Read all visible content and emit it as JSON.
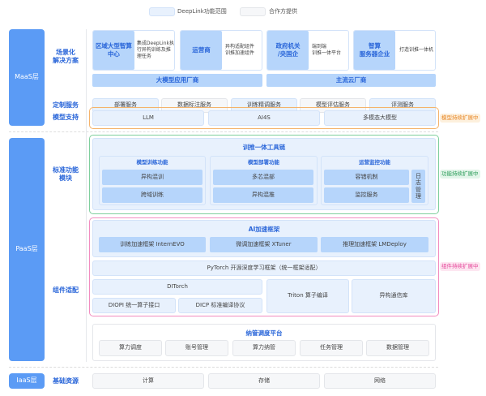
{
  "legend": {
    "deeplink": "DeepLink功能范围",
    "partner": "合作方提供"
  },
  "layers": {
    "maas": "MaaS层",
    "paas": "PaaS层",
    "iaas": "IaaS层"
  },
  "labels": {
    "scene": "场景化\n解决方案",
    "custom": "定制服务",
    "model": "模型支持",
    "standard": "标准功能\n模块",
    "component": "组件适配",
    "base": "基础资源"
  },
  "scenes": [
    {
      "title": "区域大型智算\n中心",
      "desc": "集成DeepLink执\n行异构训练及推\n理任务"
    },
    {
      "title": "运营商",
      "desc": "异构适配组件\n训推加速组件"
    },
    {
      "title": "政府机关\n/央国企",
      "desc": "端到端\n训推一体平台"
    },
    {
      "title": "智算\n服务器企业",
      "desc": "打造训推一体机"
    }
  ],
  "vendors": [
    "大模型应用厂商",
    "主流云厂商"
  ],
  "services": [
    "部署服务",
    "数据标注服务",
    "训练精调服务",
    "模型评估服务",
    "评测服务"
  ],
  "models": [
    "LLM",
    "AI4S",
    "多模态大模型"
  ],
  "tags": {
    "model": "模型持续扩展中",
    "func": "功能持续扩展中",
    "comp": "组件持续扩展中"
  },
  "toolchain": {
    "title": "训推一体工具链",
    "groups": [
      {
        "title": "模型训练功能",
        "items": [
          "异构混训",
          "跨域训练"
        ]
      },
      {
        "title": "模型部署功能",
        "items": [
          "多芯混部",
          "异构混推"
        ]
      },
      {
        "title": "运营监控功能",
        "items": [
          "容错机制",
          "监控服务"
        ],
        "side": "日\n志\n管\n理"
      }
    ]
  },
  "ai": {
    "title": "AI加速框架",
    "items": [
      "训练加速框架 InternEVO",
      "微调加速框架 XTuner",
      "推理加速框架 LMDeploy"
    ]
  },
  "pytorch": "PyTorch 开源深度学习框架（统一框架适配）",
  "ditorch": "DITorch",
  "diopi": "DIOPI 统一算子接口",
  "dicp": "DICP 标准编译协议",
  "triton": "Triton 算子编译",
  "comm": "异构通信库",
  "platform": {
    "title": "纳管调度平台",
    "items": [
      "算力调度",
      "账号管理",
      "算力纳管",
      "任务管理",
      "数据管理"
    ]
  },
  "resources": [
    "计算",
    "存储",
    "网络"
  ],
  "colors": {
    "accent": "#5b9bf5",
    "orange": "#f5b36b",
    "green": "#7fcf9d",
    "pink": "#f28cc0"
  }
}
